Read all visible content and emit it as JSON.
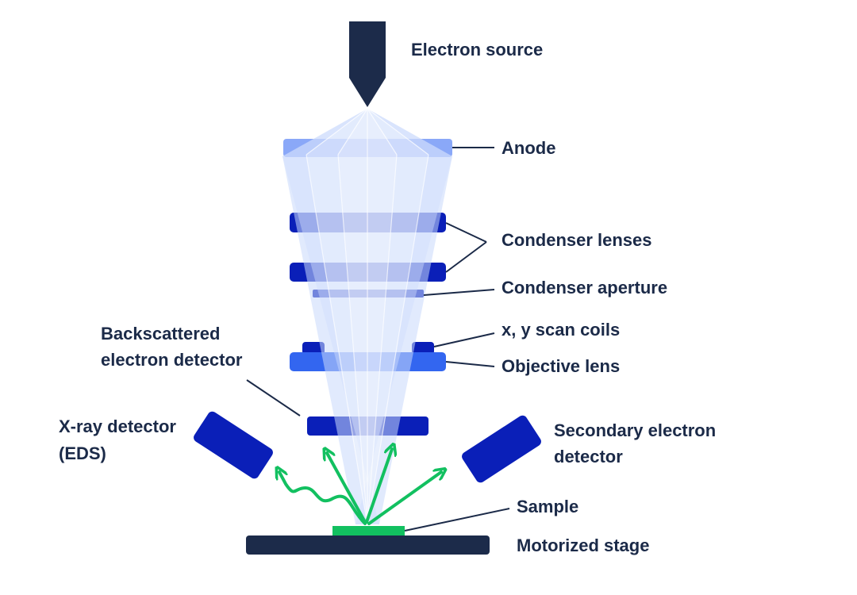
{
  "colors": {
    "dark_navy": "#1c2b4a",
    "lens_blue": "#0a1fb8",
    "objective_blue": "#3366f0",
    "anode_blue": "#8aa8f8",
    "beam": "#c9d8fb",
    "signal_green": "#12c060"
  },
  "labels": {
    "electron_source": "Electron source",
    "anode": "Anode",
    "condenser_lenses": "Condenser lenses",
    "condenser_aperture": "Condenser aperture",
    "scan_coils": "x, y scan coils",
    "objective_lens": "Objective lens",
    "backscattered_line1": "Backscattered",
    "backscattered_line2": "electron detector",
    "xray_line1": "X-ray detector",
    "xray_line2": "(EDS)",
    "secondary_line1": "Secondary electron",
    "secondary_line2": "detector",
    "sample": "Sample",
    "motorized_stage": "Motorized stage"
  }
}
